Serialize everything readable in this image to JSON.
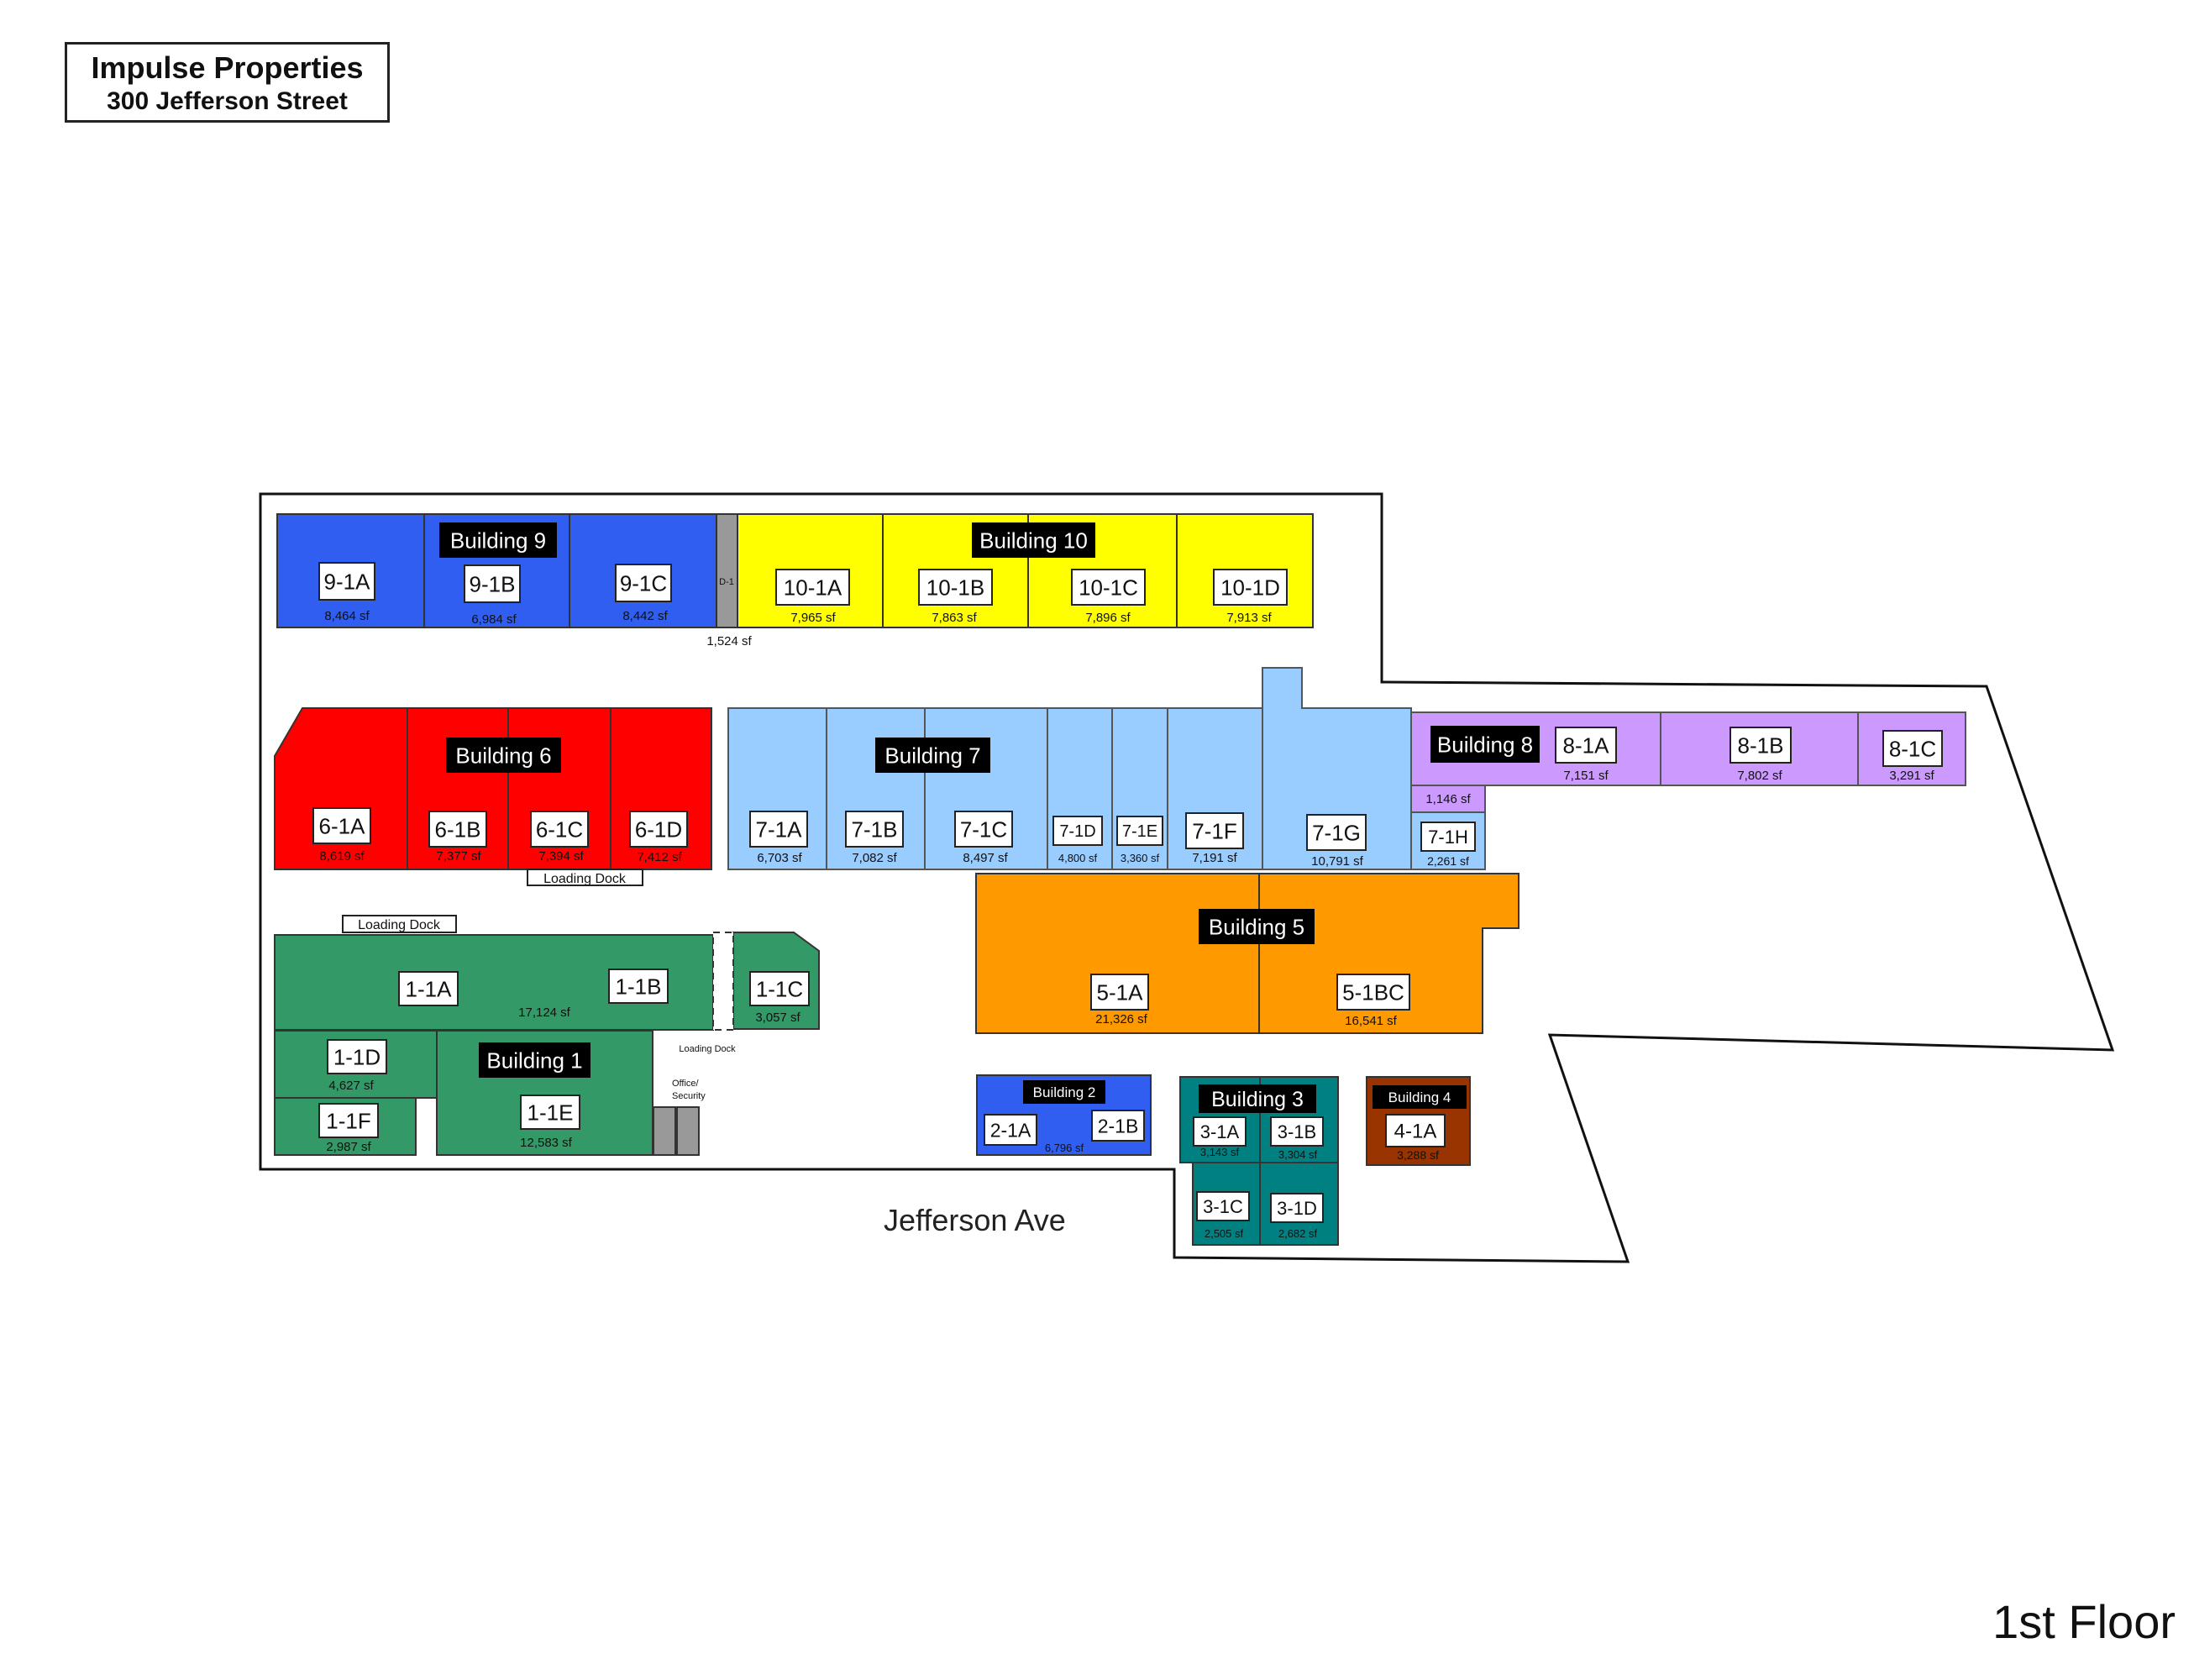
{
  "header": {
    "company": "Impulse Properties",
    "address": "300 Jefferson Street"
  },
  "floor_label": "1st Floor",
  "street_label": "Jefferson Ave",
  "colors": {
    "building_9": "#2f5ef0",
    "building_10": "#ffff00",
    "building_6": "#ff0000",
    "building_7": "#99ccff",
    "building_8": "#cc99ff",
    "building_5": "#ff9900",
    "building_1": "#339966",
    "building_2": "#2f5ef0",
    "building_3": "#008080",
    "building_4": "#993300",
    "service": "#999999"
  },
  "buildings": {
    "b9": "Building 9",
    "b10": "Building 10",
    "b6": "Building 6",
    "b7": "Building 7",
    "b8": "Building 8",
    "b5": "Building 5",
    "b1": "Building 1",
    "b2": "Building 2",
    "b3": "Building 3",
    "b4": "Building 4"
  },
  "units": {
    "u9_1a": {
      "label": "9-1A",
      "sf": "8,464 sf"
    },
    "u9_1b": {
      "label": "9-1B",
      "sf": "6,984 sf"
    },
    "u9_1c": {
      "label": "9-1C",
      "sf": "8,442 sf"
    },
    "u10_1a": {
      "label": "10-1A",
      "sf": "7,965 sf"
    },
    "u10_1b": {
      "label": "10-1B",
      "sf": "7,863 sf"
    },
    "u10_1c": {
      "label": "10-1C",
      "sf": "7,896 sf"
    },
    "u10_1d": {
      "label": "10-1D",
      "sf": "7,913 sf"
    },
    "u6_1a": {
      "label": "6-1A",
      "sf": "8,619 sf"
    },
    "u6_1b": {
      "label": "6-1B",
      "sf": "7,377 sf"
    },
    "u6_1c": {
      "label": "6-1C",
      "sf": "7,394 sf"
    },
    "u6_1d": {
      "label": "6-1D",
      "sf": "7,412 sf"
    },
    "u7_1a": {
      "label": "7-1A",
      "sf": "6,703 sf"
    },
    "u7_1b": {
      "label": "7-1B",
      "sf": "7,082 sf"
    },
    "u7_1c": {
      "label": "7-1C",
      "sf": "8,497 sf"
    },
    "u7_1d": {
      "label": "7-1D",
      "sf": "4,800 sf"
    },
    "u7_1e": {
      "label": "7-1E",
      "sf": "3,360 sf"
    },
    "u7_1f": {
      "label": "7-1F",
      "sf": "7,191 sf"
    },
    "u7_1g": {
      "label": "7-1G",
      "sf": "10,791 sf"
    },
    "u7_1h": {
      "label": "7-1H",
      "sf": "2,261 sf"
    },
    "u8_1a": {
      "label": "8-1A",
      "sf": "7,151 sf"
    },
    "u8_1b": {
      "label": "8-1B",
      "sf": "7,802 sf"
    },
    "u8_1c": {
      "label": "8-1C",
      "sf": "3,291 sf"
    },
    "u5_1a": {
      "label": "5-1A",
      "sf": "21,326 sf"
    },
    "u5_1bc": {
      "label": "5-1BC",
      "sf": "16,541 sf"
    },
    "u1_1a": {
      "label": "1-1A",
      "sf": "17,124 sf"
    },
    "u1_1b": {
      "label": "1-1B"
    },
    "u1_1c": {
      "label": "1-1C",
      "sf": "3,057 sf"
    },
    "u1_1d": {
      "label": "1-1D",
      "sf": "4,627 sf"
    },
    "u1_1e": {
      "label": "1-1E",
      "sf": "12,583 sf"
    },
    "u1_1f": {
      "label": "1-1F",
      "sf": "2,987 sf"
    },
    "u2_1a": {
      "label": "2-1A",
      "sf": "6,796 sf"
    },
    "u2_1b": {
      "label": "2-1B"
    },
    "u3_1a": {
      "label": "3-1A",
      "sf": "3,143 sf"
    },
    "u3_1b": {
      "label": "3-1B",
      "sf": "3,304 sf"
    },
    "u3_1c": {
      "label": "3-1C",
      "sf": "2,505 sf"
    },
    "u3_1d": {
      "label": "3-1D",
      "sf": "2,682 sf"
    },
    "u4_1a": {
      "label": "4-1A",
      "sf": "3,288 sf"
    }
  },
  "misc": {
    "d1_label": "D-1",
    "d1_sf": "1,524 sf",
    "corridor_sf": "1,146 sf",
    "loading_dock_6": "Loading Dock",
    "loading_dock_1": "Loading Dock",
    "loading_dock_small": "Loading Dock",
    "office_security_1": "Office/",
    "office_security_2": "Security"
  }
}
